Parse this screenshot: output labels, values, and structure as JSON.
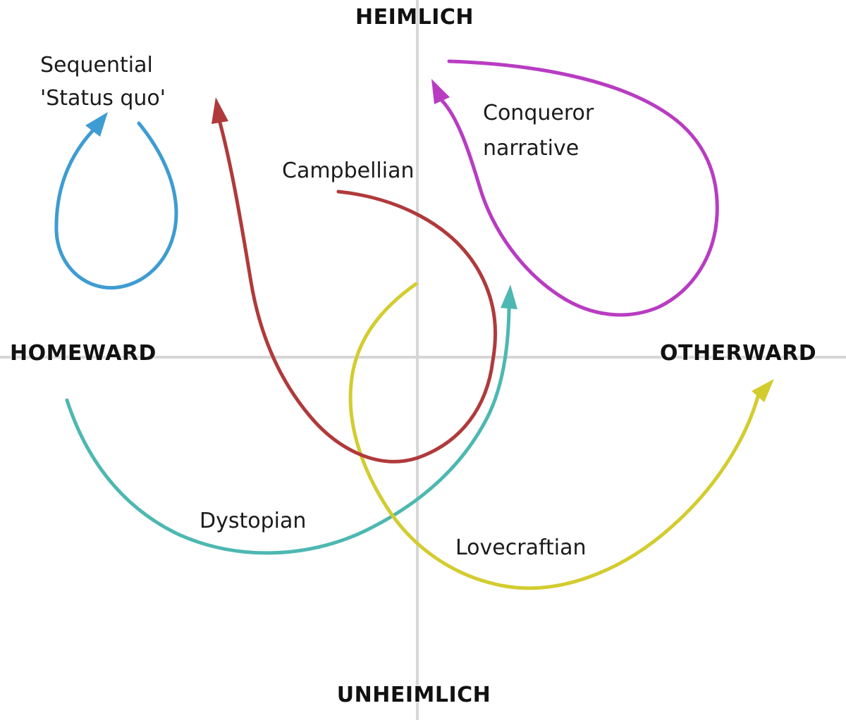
{
  "axes": {
    "top_label": "HEIMLICH",
    "bottom_label": "UNHEIMLICH",
    "left_label": "HOMEWARD",
    "right_label": "OTHERWARD",
    "line_color": "#d6d6d6"
  },
  "curves": {
    "sequential": {
      "label_line1": "Sequential",
      "label_line2": "'Status quo'",
      "color": "#3e9cd2",
      "shape": "small teardrop loop, top-left quadrant, arrow pointing up-right"
    },
    "campbellian": {
      "label": "Campbellian",
      "color": "#b03a3b",
      "shape": "clockwise spiral through center, arrow pointing up at top-left"
    },
    "conqueror": {
      "label_line1": "Conqueror",
      "label_line2": "narrative",
      "color": "#b83cc2",
      "shape": "large loop in top-right quadrant, arrow pointing up-left"
    },
    "dystopian": {
      "label": "Dystopian",
      "color": "#4db8b1",
      "shape": "wide arc from lower-left rising to center, arrow pointing up"
    },
    "lovecraftian": {
      "label": "Lovecraftian",
      "color": "#d3cc2f",
      "shape": "arc dipping through lower-right quadrant, arrow pointing up-right"
    }
  },
  "text_color": "#1b1b1b",
  "background_color": "#ffffff"
}
